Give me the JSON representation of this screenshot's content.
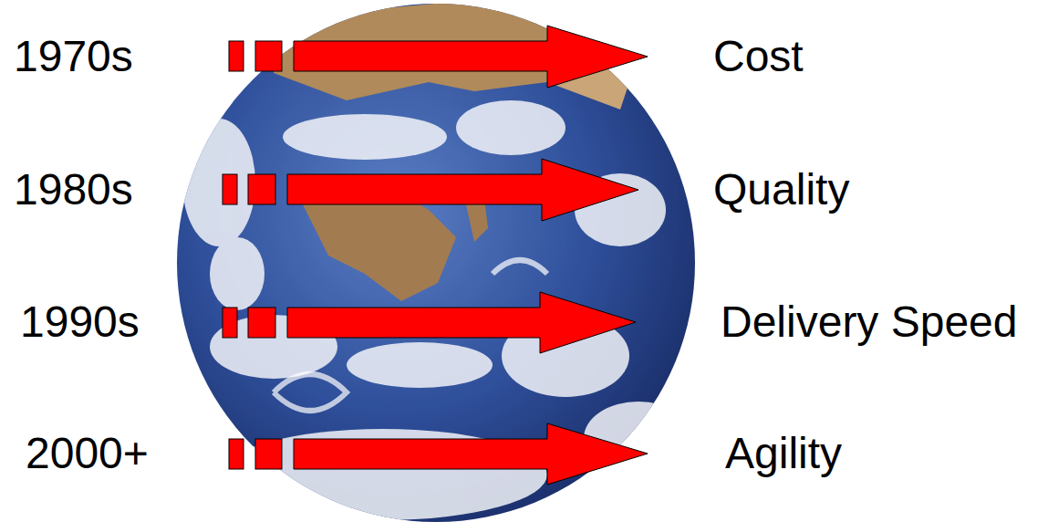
{
  "diagram": {
    "labels": [
      "1970s",
      "Cost",
      "1980s",
      "Quality",
      "1990s",
      "Delivery Speed",
      "2000+",
      "Agility"
    ]
  }
}
